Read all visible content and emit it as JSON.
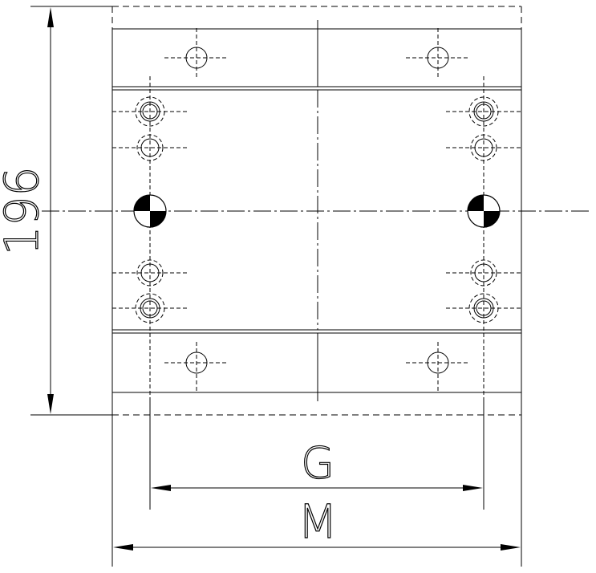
{
  "drawing": {
    "dim_height_label": "196",
    "dim_inner_width_label": "G",
    "dim_outer_width_label": "M"
  }
}
